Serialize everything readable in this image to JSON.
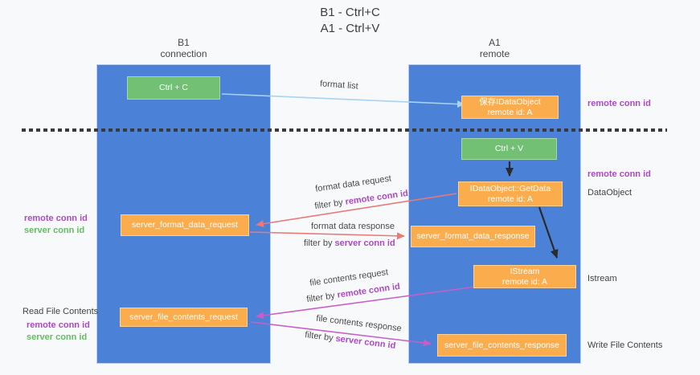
{
  "title": {
    "line1": "B1 - Ctrl+C",
    "line2": "A1 - Ctrl+V"
  },
  "columns": {
    "left": {
      "name_line1": "B1",
      "name_line2": "connection"
    },
    "right": {
      "name_line1": "A1",
      "name_line2": "remote"
    }
  },
  "boxes": {
    "ctrl_c": {
      "label": "Ctrl + C"
    },
    "ctrl_v": {
      "label": "Ctrl + V"
    },
    "save_idataobject": {
      "line1": "保存IDataObject",
      "line2": "remote id: A"
    },
    "idataobject_getdata": {
      "line1": "IDataObject::GetData",
      "line2": "remote id: A"
    },
    "istream": {
      "line1": "IStream",
      "line2": "remote id: A"
    },
    "server_format_data_request": {
      "label": "server_format_data_request"
    },
    "server_format_data_response": {
      "label": "server_format_data_response"
    },
    "server_file_contents_request": {
      "label": "server_file_contents_request"
    },
    "server_file_contents_response": {
      "label": "server_file_contents_response"
    }
  },
  "flow_labels": {
    "format_list": {
      "text": "format list"
    },
    "format_data_request": {
      "text": "format data request",
      "filter_prefix": "filter by",
      "filter_id": "remote conn id"
    },
    "format_data_response": {
      "text": "format data response",
      "filter_prefix": "filter by",
      "filter_id": "server conn id"
    },
    "file_contents_request": {
      "text": "file contents request",
      "filter_prefix": "filter by",
      "filter_id": "remote conn id"
    },
    "file_contents_response": {
      "text": "file contents response",
      "filter_prefix": "filter by",
      "filter_id": "server conn id"
    }
  },
  "side_labels": {
    "right_top_remote_conn": "remote conn id",
    "right_mid_remote_conn": "remote conn id",
    "right_dataobject": "DataObject",
    "right_istream": "Istream",
    "right_write_file": "Write File Contents",
    "left_format_remote": "remote conn id",
    "left_format_server": "server conn id",
    "left_read_file": "Read File Contents",
    "left_file_remote": "remote conn id",
    "left_file_server": "server conn id"
  },
  "colors": {
    "background": "#f8f9fa",
    "column_blue": "#4b81d7",
    "box_green": "#72c073",
    "box_orange": "#fbad4d",
    "arrow_light_blue": "#a9d3ee",
    "arrow_salmon": "#e87a78",
    "arrow_magenta": "#c75fc7",
    "arrow_black": "#2b2b2b",
    "text_purple": "#ab49c6",
    "text_green": "#63bd63",
    "text_dark": "#434343"
  }
}
